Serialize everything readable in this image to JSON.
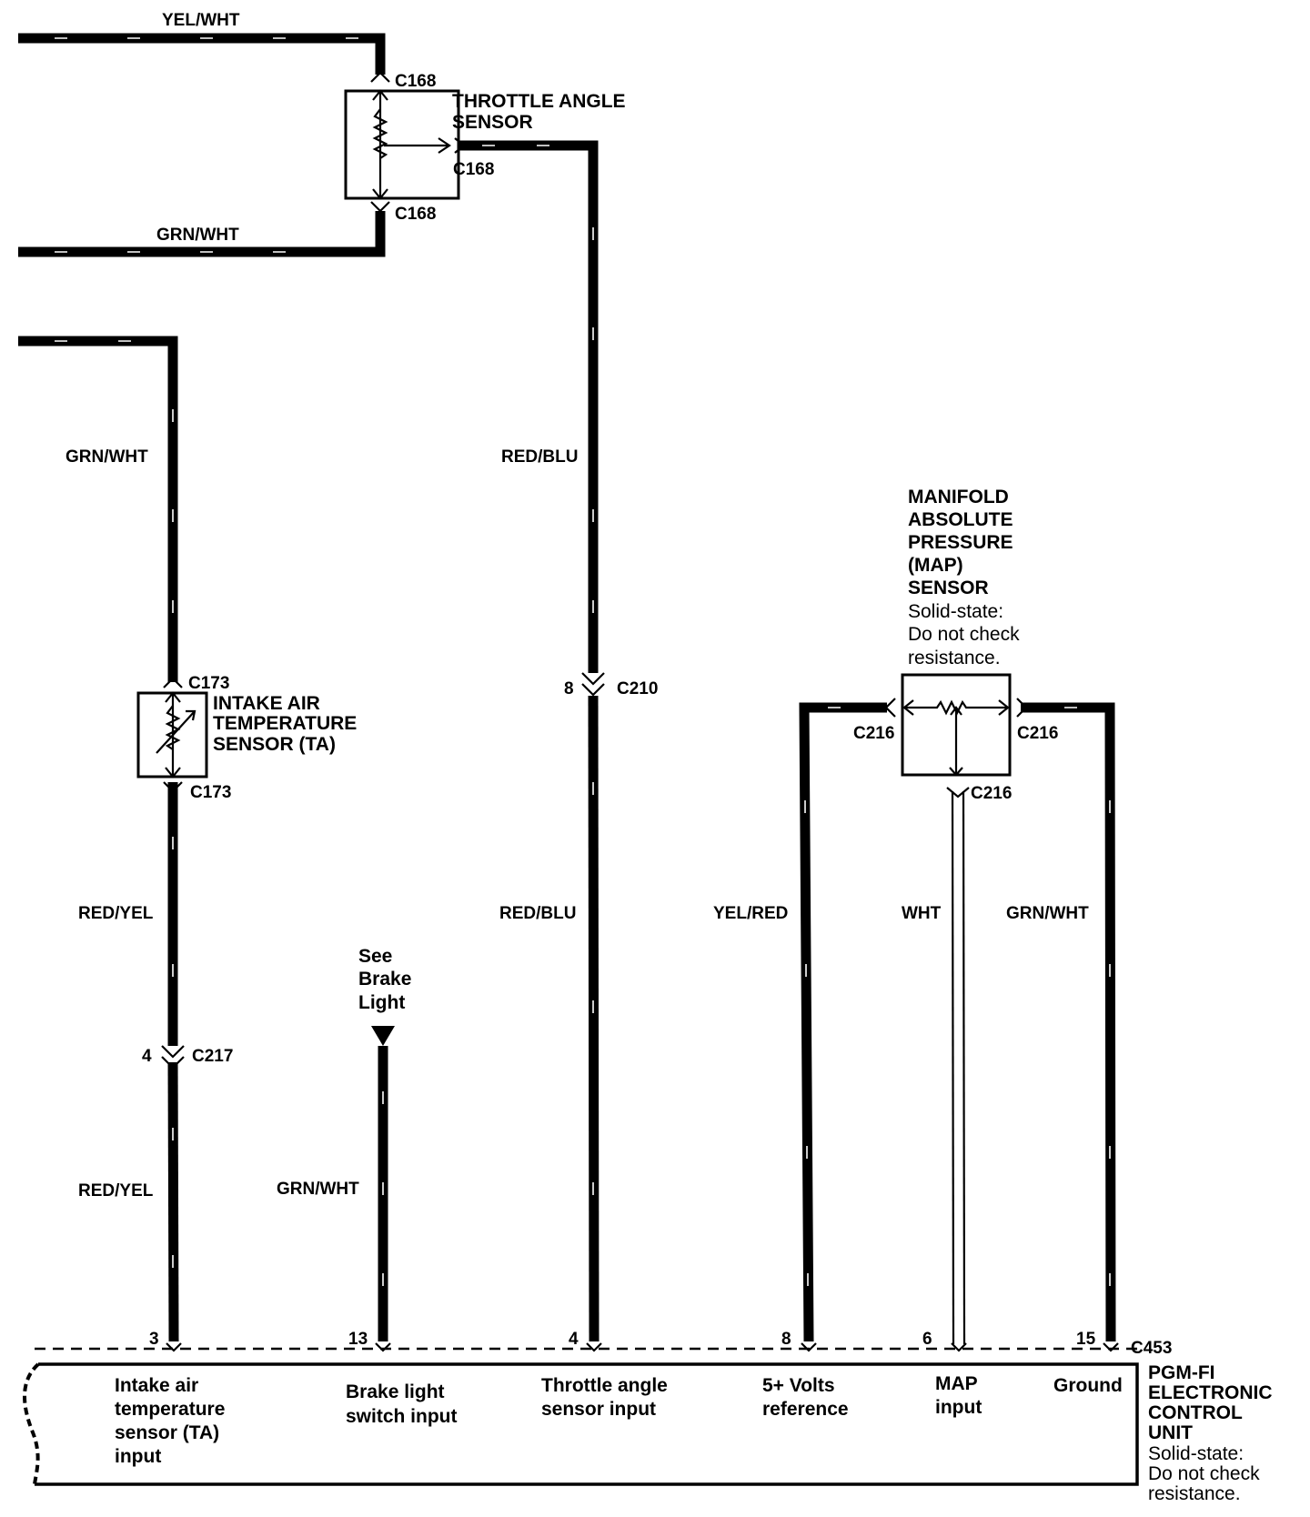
{
  "wires": {
    "yel_wht_top": "YEL/WHT",
    "grn_wht_top": "GRN/WHT",
    "grn_wht_ta_upper": "GRN/WHT",
    "red_yel_mid": "RED/YEL",
    "red_yel_low": "RED/YEL",
    "grn_wht_brake": "GRN/WHT",
    "red_blu_upper": "RED/BLU",
    "red_blu_lower": "RED/BLU",
    "yel_red": "YEL/RED",
    "wht": "WHT",
    "grn_wht_ground": "GRN/WHT"
  },
  "connectors": {
    "c168_top": "C168",
    "c168_right": "C168",
    "c168_bottom": "C168",
    "c173_top": "C173",
    "c173_bottom": "C173",
    "c210": "C210",
    "c210_pin": "8",
    "c217": "C217",
    "c217_pin": "4",
    "c216_left": "C216",
    "c216_right": "C216",
    "c216_bottom": "C216",
    "c453": "C453"
  },
  "components": {
    "throttle": {
      "line1": "THROTTLE ANGLE",
      "line2": "SENSOR"
    },
    "iat": {
      "line1": "INTAKE AIR",
      "line2": "TEMPERATURE",
      "line3": "SENSOR (TA)"
    },
    "map": {
      "line1": "MANIFOLD",
      "line2": "ABSOLUTE",
      "line3": "PRESSURE",
      "line4": "(MAP)",
      "line5": "SENSOR",
      "note1": "Solid-state:",
      "note2": "Do not check",
      "note3": "resistance."
    },
    "brake": {
      "line1": "See",
      "line2": "Brake",
      "line3": "Light"
    }
  },
  "ecu": {
    "title1": "PGM-FI",
    "title2": "ELECTRONIC",
    "title3": "CONTROL",
    "title4": "UNIT",
    "note1": "Solid-state:",
    "note2": "Do not check",
    "note3": "resistance.",
    "pins": {
      "p3": "3",
      "p13": "13",
      "p4": "4",
      "p8": "8",
      "p6": "6",
      "p15": "15"
    },
    "inputs": {
      "ta1": "Intake air",
      "ta2": "temperature",
      "ta3": "sensor (TA)",
      "ta4": "input",
      "brake1": "Brake light",
      "brake2": "switch input",
      "tps1": "Throttle angle",
      "tps2": "sensor input",
      "ref1": "5+ Volts",
      "ref2": "reference",
      "map1": "MAP",
      "map2": "input",
      "gnd": "Ground"
    }
  }
}
